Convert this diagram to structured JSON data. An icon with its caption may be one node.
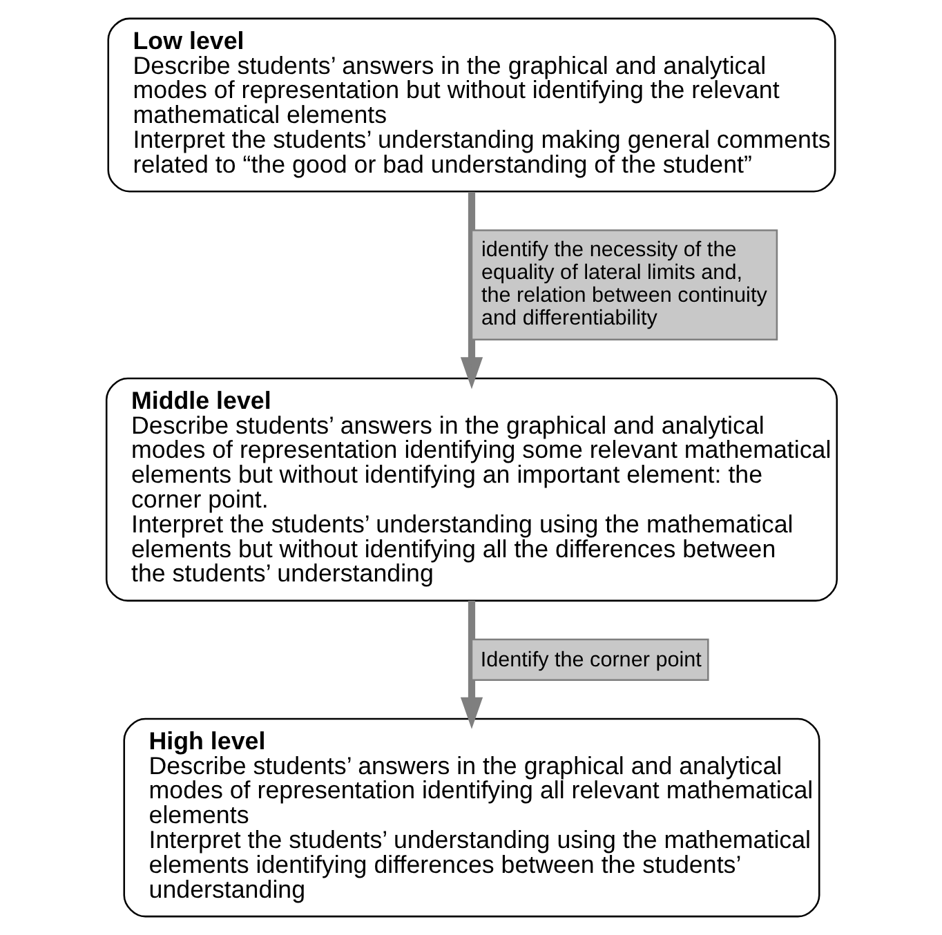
{
  "diagram": {
    "nodes": [
      {
        "text": [
          "Low level",
          "Describe students’ answers in the graphical and analytical modes of representation but without identifying the relevant mathematical elements",
          "Interpret the students’ understanding making general comments related to “the good or bad understanding of the student”"
        ]
      },
      {
        "text": [
          "Middle level",
          "Describe students’ answers in the graphical and analytical modes of representation identifying some relevant mathematical elements but without identifying an important element: the corner point.",
          "Interpret the students’ understanding using the mathematical elements but without identifying all the differences between the students’ understanding"
        ]
      },
      {
        "text": [
          "High level",
          "Describe students’ answers in the graphical and analytical modes of representation identifying all relevant mathematical elements",
          "Interpret the students’ understanding using the mathematical elements identifying differences between the students’ understanding"
        ]
      }
    ],
    "edges": [
      {
        "from": 0,
        "to": 1,
        "arrow": "to",
        "label": "identify the necessity of the equality of lateral limits and, the relation between continuity and differentiability"
      },
      {
        "from": 1,
        "to": 2,
        "arrow": "to",
        "label": "Identify the corner point"
      }
    ]
  }
}
